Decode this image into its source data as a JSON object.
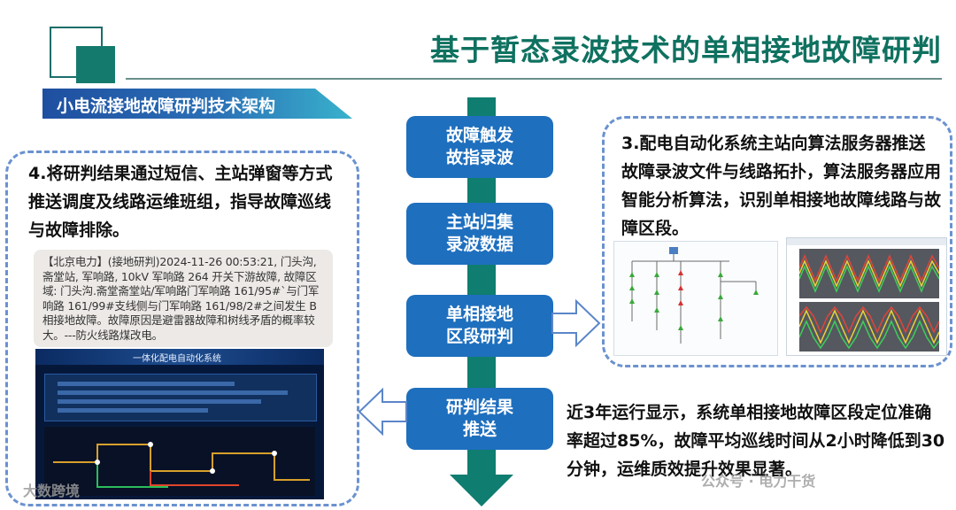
{
  "header": {
    "title": "基于暂态录波技术的单相接地故障研判",
    "section": "小电流接地故障研判技术架构"
  },
  "flow": {
    "steps": [
      {
        "line1": "故障触发",
        "line2": "故指录波"
      },
      {
        "line1": "主站归集",
        "line2": "录波数据"
      },
      {
        "line1": "单相接地",
        "line2": "区段研判"
      },
      {
        "line1": "研判结果",
        "line2": "推送"
      }
    ]
  },
  "left_panel": {
    "text": "4.将研判结果通过短信、主站弹窗等方式推送调度及线路运维班组，指导故障巡线与故障排除。",
    "sms": "【北京电力】(接地研判)2024-11-26 00:53:21, 门头沟, 斋堂站, 军响路, 10kV 军响路 264 开关下游故障, 故障区域: 门头沟.斋堂斋堂站/军响路门军响路 161/95#`与门军响路 161/99#支线侧与门军响路 161/98/2#之间发生 B 相接地故障。故障原因是避雷器故障和树线矛盾的概率较大。---防火线路煤改电。",
    "dispatch_title": "一体化配电自动化系统"
  },
  "right_panel": {
    "text": "3.配电自动化系统主站向算法服务器推送故障录波文件与线路拓扑，算法服务器应用智能分析算法，识别单相接地故障线路与故障区段。"
  },
  "result": {
    "text": "近3年运行显示，系统单相接地故障区段定位准确率超过85%，故障平均巡线时间从2小时降低到30分钟，运维质效提升效果显著。"
  },
  "watermarks": {
    "left": "大数跨境",
    "right": "公众号 · 电力干货"
  },
  "colors": {
    "title": "#0f7160",
    "flow_step": "#1e6fbe",
    "pipe": "#0f7d70",
    "dash": "#6b92cf"
  }
}
